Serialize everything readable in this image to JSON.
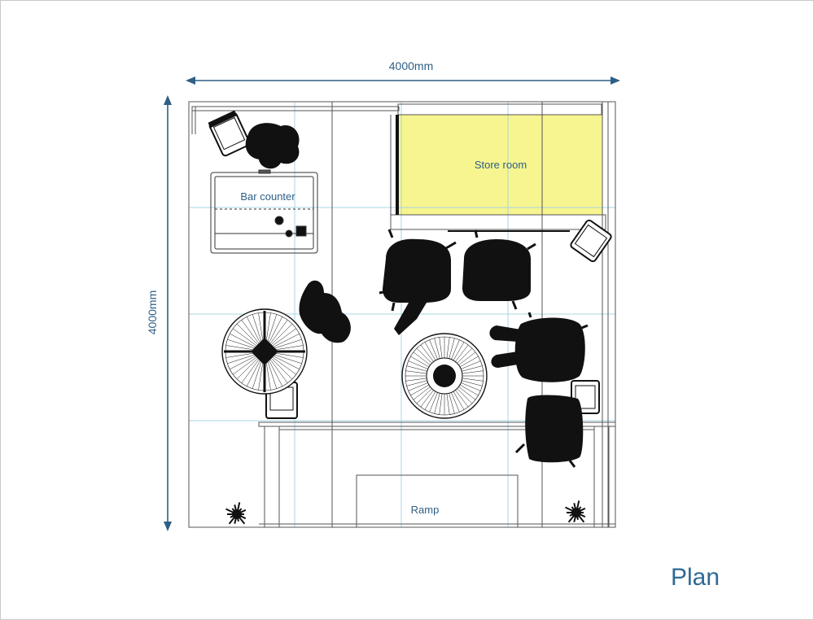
{
  "diagram": {
    "width_label": "4000mm",
    "height_label": "4000mm",
    "title": "Plan",
    "rooms": {
      "store_room": "Store room",
      "bar_counter": "Bar counter",
      "ramp": "Ramp"
    },
    "colors": {
      "dimension": "#2e5f86",
      "store_fill": "#f6f58f",
      "grid": "#a9d4e6",
      "walls": "#555555",
      "furniture": "#111111"
    },
    "icons": [
      "chair-icon",
      "round-table-icon",
      "plant-icon",
      "armchair-icon",
      "arrow-icon"
    ]
  }
}
